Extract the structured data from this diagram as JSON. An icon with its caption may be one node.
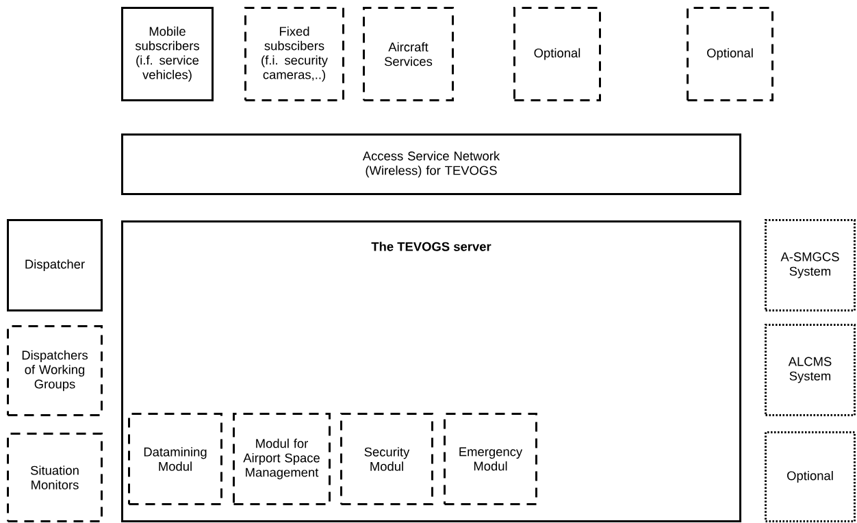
{
  "diagram": {
    "nodes": [
      {
        "text": [
          "Mobile subscribers (i.f. service vehicles)"
        ]
      },
      {
        "text": [
          "Fixed subscibers (f.i. security cameras,..)"
        ]
      },
      {
        "text": [
          "Aircraft Services"
        ]
      },
      {
        "text": [
          "Optional"
        ]
      },
      {
        "text": [
          "Optional"
        ]
      },
      {
        "text": [
          "Access Service Network (Wireless) for TEVOGS"
        ]
      },
      {
        "text": [
          "Dispatcher"
        ]
      },
      {
        "text": [
          "Dispatchers of Working Groups"
        ]
      },
      {
        "text": [
          "Situation Monitors"
        ]
      },
      {
        "text": [
          "The TEVOGS server"
        ]
      },
      {
        "text": [
          "Datamining Modul"
        ],
        "in": 9
      },
      {
        "text": [
          "Modul for Airport Space Management"
        ],
        "in": 9
      },
      {
        "text": [
          "Security Modul"
        ],
        "in": 9
      },
      {
        "text": [
          "Emergency Modul"
        ],
        "in": 9
      },
      {
        "text": [
          "A-SMGCS System"
        ]
      },
      {
        "text": [
          "ALCMS System"
        ]
      },
      {
        "text": [
          "Optional"
        ]
      }
    ]
  }
}
